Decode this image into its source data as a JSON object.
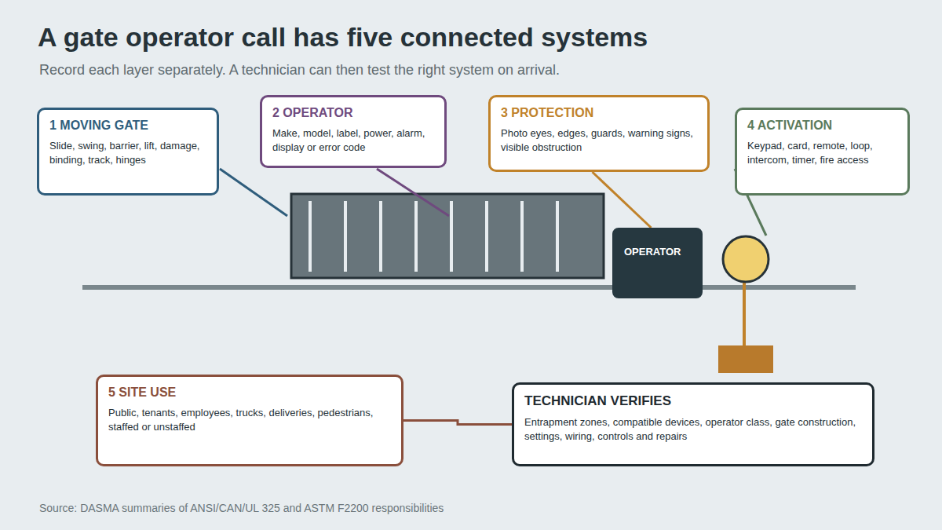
{
  "diagram": {
    "title": "A gate operator call has five connected systems",
    "caption": "Source: DASMA summaries of ANSI/CAN/UL 325 and ASTM F2200 responsibilities",
    "nodes": [
      {
        "text": [
          "1 MOVING GATE",
          "Slide, swing, barrier, lift, damage, binding, track, hinges"
        ]
      },
      {
        "text": [
          "2 OPERATOR",
          "Make, model, label, power, alarm, display or error code"
        ]
      },
      {
        "text": [
          "3 PROTECTION",
          "Photo eyes, edges, guards, warning signs, visible obstruction"
        ]
      },
      {
        "text": [
          "4 ACTIVATION",
          "Keypad, card, remote, loop, intercom, timer, fire access"
        ]
      },
      {
        "text": [
          "OPERATOR"
        ]
      },
      {
        "text": [
          "5 SITE USE",
          "Public, tenants, employees, trucks, deliveries, pedestrians, staffed or unstaffed"
        ]
      },
      {
        "text": [
          "TECHNICIAN VERIFIES",
          "Entrapment zones, compatible devices, operator class, gate construction, settings, wiring, controls and repairs"
        ]
      }
    ],
    "edges": [
      {
        "from": 2,
        "to": 4,
        "arrow": "none"
      },
      {
        "from": 5,
        "to": 6,
        "arrow": "none"
      }
    ],
    "labels": [
      "Record each layer separately. A technician can then test the right system on arrival."
    ]
  }
}
